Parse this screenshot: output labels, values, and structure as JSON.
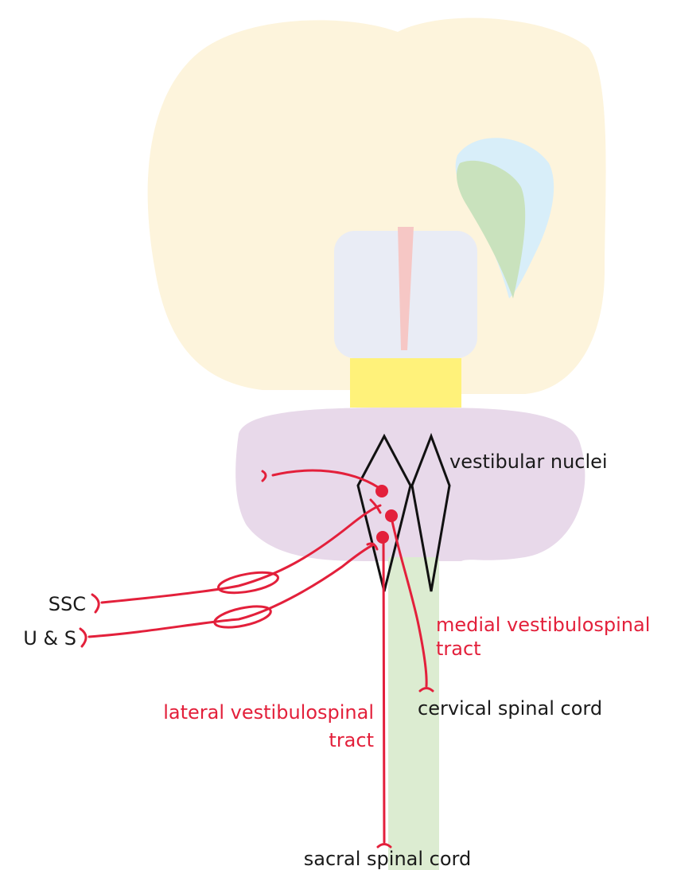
{
  "labels": {
    "vestibular_nuclei": "vestibular nuclei",
    "ssc": "SSC",
    "u_and_s": "U & S",
    "medial_tract_line1": "medial vestibulospinal",
    "medial_tract_line2": "tract",
    "cervical_spinal_cord": "cervical spinal cord",
    "lateral_tract_line1": "lateral vestibulospinal",
    "lateral_tract_line2": "tract",
    "sacral_spinal_cord": "sacral spinal cord"
  },
  "colors": {
    "tract": "#e3203b",
    "nuclei_outline": "#111111",
    "cerebrum": "#fdf4dc",
    "midbrain": "#e9ecf5",
    "midline_strip": "#f6c7c5",
    "pons_band": "#fff27a",
    "medulla": "#e8d9ea",
    "cerebellar_peduncle_green": "#c9e2bd",
    "cerebellar_peduncle_blue": "#d8eef9",
    "spinal_cord": "#dcecd1"
  }
}
